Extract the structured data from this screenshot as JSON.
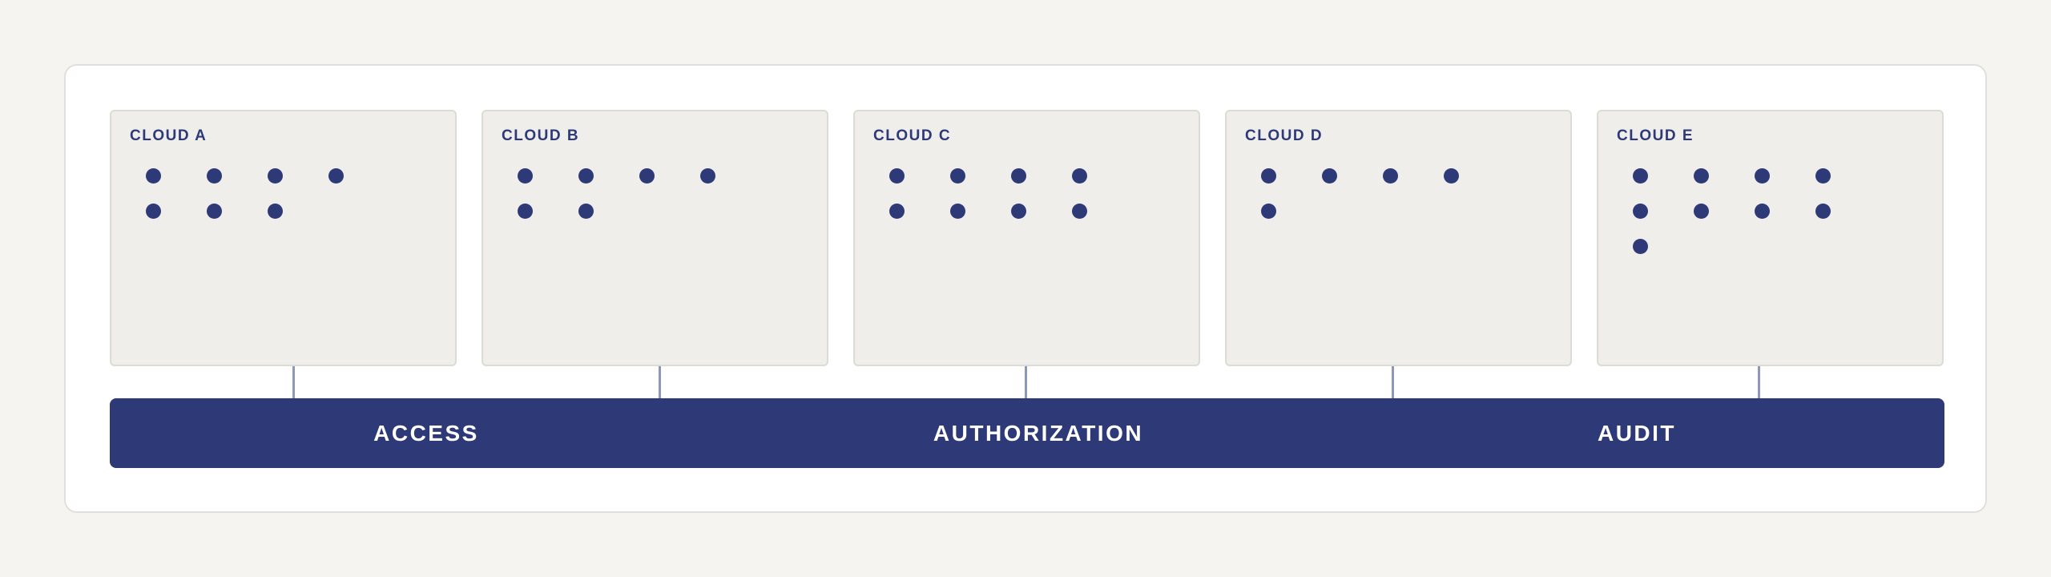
{
  "clouds": [
    {
      "label": "CLOUD A",
      "node_count": 7
    },
    {
      "label": "CLOUD B",
      "node_count": 6
    },
    {
      "label": "CLOUD C",
      "node_count": 8
    },
    {
      "label": "CLOUD D",
      "node_count": 5
    },
    {
      "label": "CLOUD E",
      "node_count": 9
    }
  ],
  "services": [
    {
      "label": "ACCESS"
    },
    {
      "label": "AUTHORIZATION"
    },
    {
      "label": "AUDIT"
    }
  ],
  "colors": {
    "accent": "#2e3a78",
    "node": "#2e3a78",
    "connector": "#8d98b8",
    "cloud_fill": "#efeeeb",
    "background": "#f5f4f1"
  }
}
